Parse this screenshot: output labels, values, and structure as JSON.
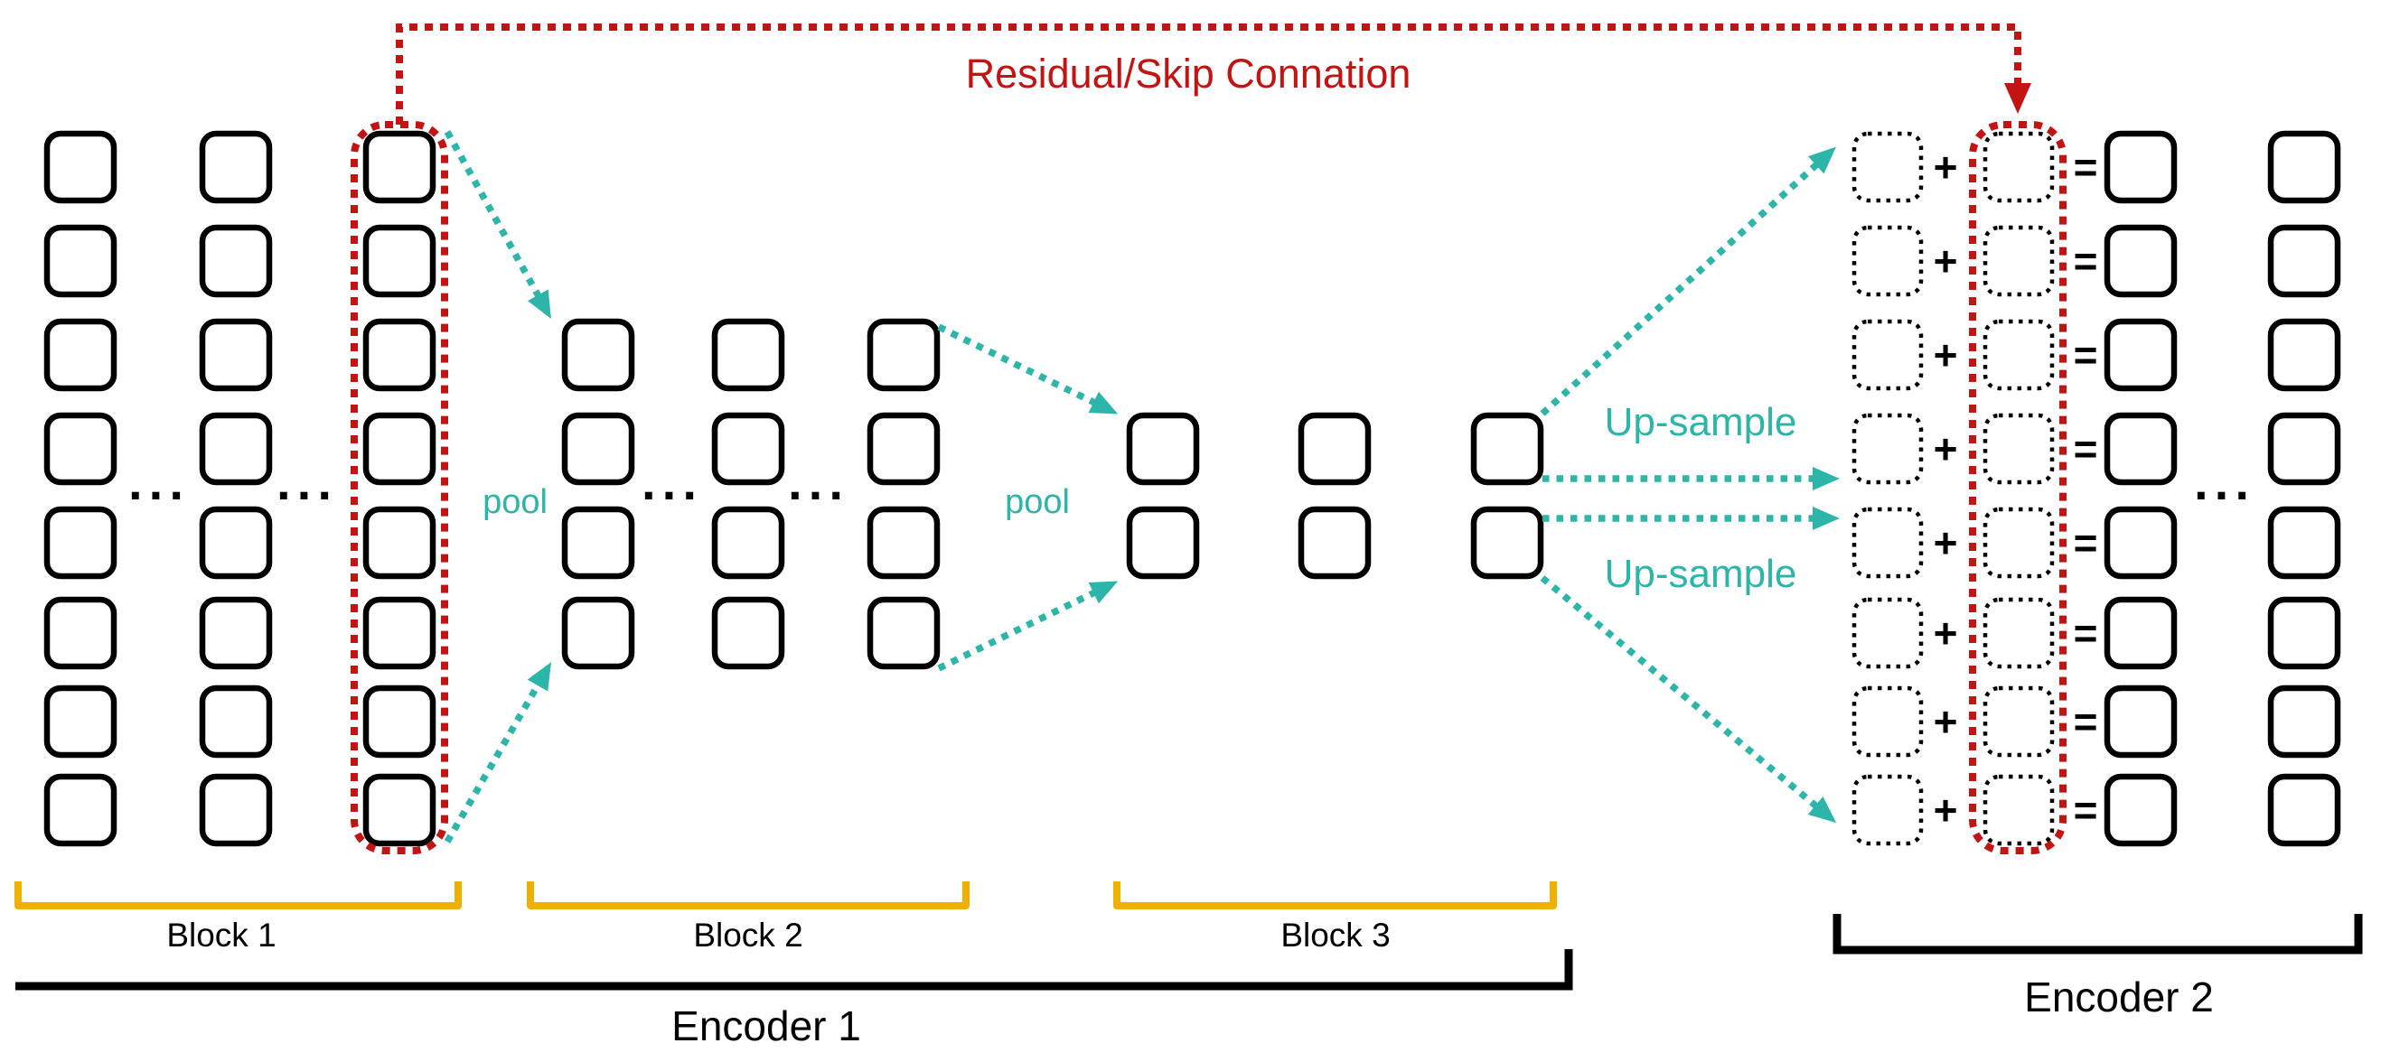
{
  "diagram": {
    "title": "Residual/Skip Connation",
    "pool_label": "pool",
    "upsample_label": "Up-sample",
    "plus_sign": "+",
    "equals_sign": "=",
    "ellipsis": "···",
    "blocks": [
      {
        "name": "Block 1",
        "columns": 3,
        "rows": 8
      },
      {
        "name": "Block 2",
        "columns": 3,
        "rows": 4
      },
      {
        "name": "Block 3",
        "columns": 3,
        "rows": 2
      }
    ],
    "decoder": {
      "upsampled_column_rows": 8,
      "skip_column_rows": 8,
      "output_columns": 2,
      "output_rows": 8
    },
    "encoder1_label": "Encoder 1",
    "encoder2_label": "Encoder 2",
    "colors": {
      "skip_red": "#c31414",
      "arrow_teal": "#2cb5a8",
      "bracket_yellow": "#f0b000",
      "ink_black": "#000000"
    }
  }
}
